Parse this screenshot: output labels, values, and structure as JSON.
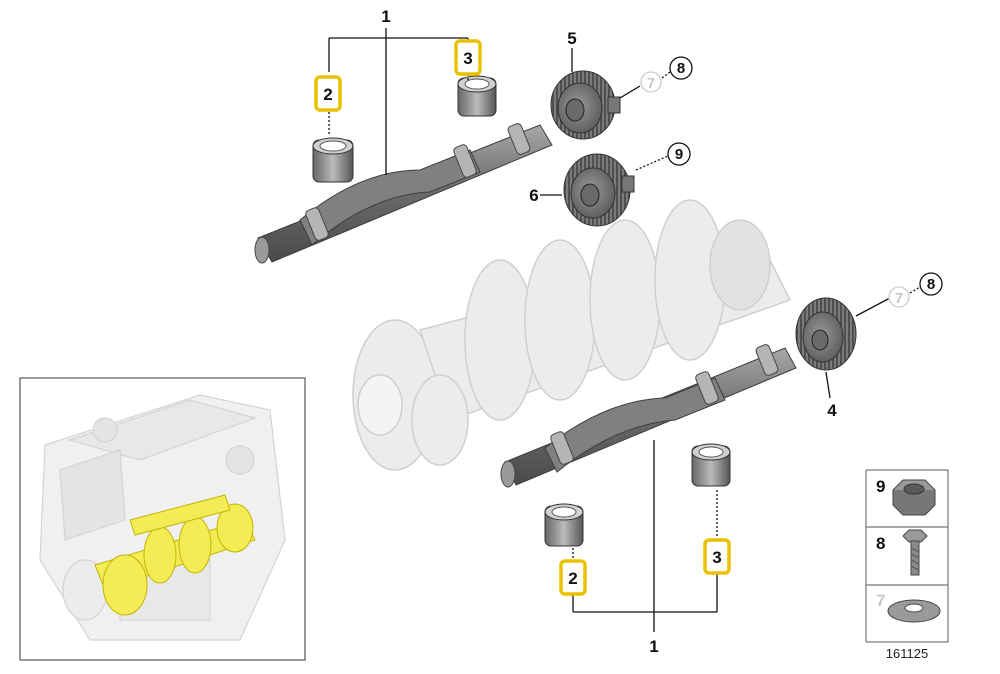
{
  "callouts": {
    "shaft_upper": "1",
    "shaft_lower": "1",
    "bearing_small_upper": "2",
    "bearing_large_upper": "3",
    "bearing_small_lower": "2",
    "bearing_large_lower": "3",
    "gear_lower": "4",
    "gear_upper": "5",
    "gear_drive": "6",
    "washer_upper": "7",
    "bolt_upper": "8",
    "nut_upper": "9",
    "washer_lower": "7",
    "bolt_lower": "8"
  },
  "legend": {
    "nut": "9",
    "bolt": "8",
    "washer": "7",
    "diagram_number": "161125"
  },
  "colors": {
    "highlight": "#e8c100",
    "part_dark": "#7a7a7a",
    "part_ghost": "#e6e6e6"
  }
}
